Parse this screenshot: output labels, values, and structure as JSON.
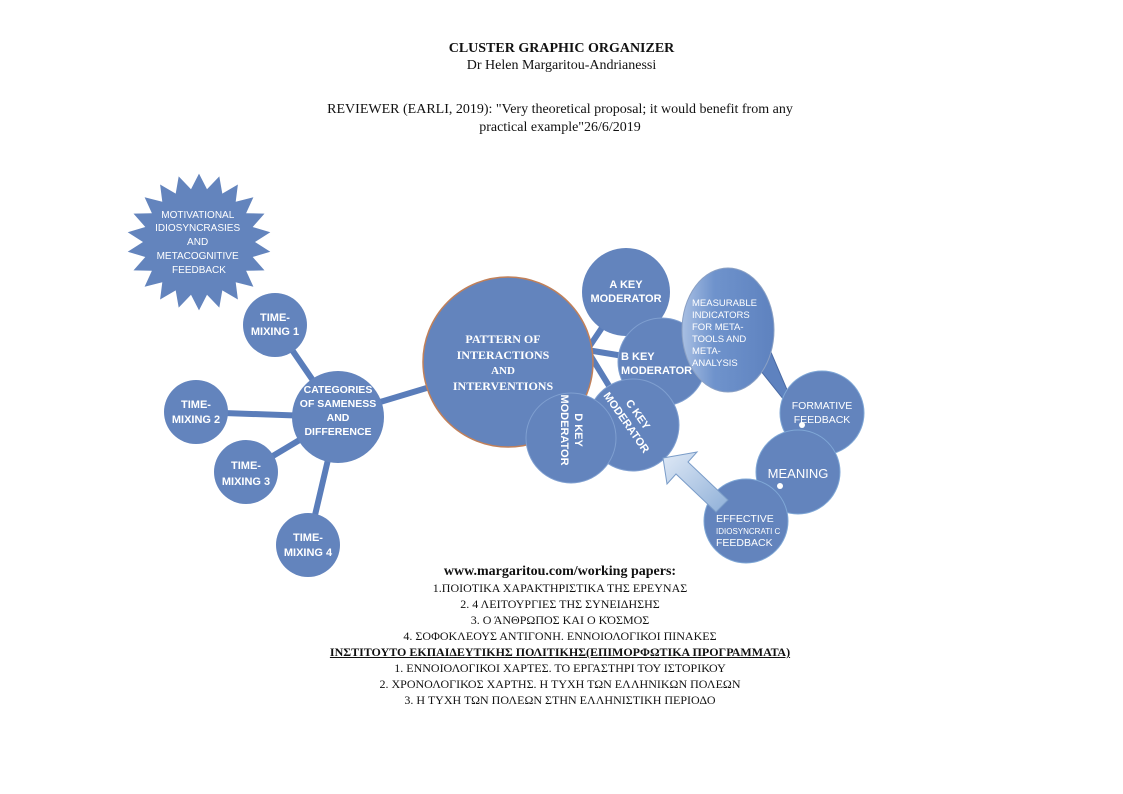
{
  "header": {
    "title": "CLUSTER GRAPHIC ORGANIZER",
    "author": "Dr Helen Margaritou-Andrianessi",
    "reviewer_line1": "REVIEWER  (EARLI, 2019): \"Very theoretical  proposal; it would benefit from any",
    "reviewer_line2": "practical example\"26/6/2019"
  },
  "diagram": {
    "star": [
      "MOTIVATIONAL",
      "IDIOSYNCRASIES",
      "AND",
      "METACOGNITIVE",
      "FEEDBACK"
    ],
    "time_mixing": [
      [
        "TIME-",
        "MIXING 1"
      ],
      [
        "TIME-",
        "MIXING 2"
      ],
      [
        "TIME-",
        "MIXING 3"
      ],
      [
        "TIME-",
        "MIXING 4"
      ]
    ],
    "categories": [
      "CATEGORIES",
      "OF SAMENESS",
      "AND",
      "DIFFERENCE"
    ],
    "pattern": [
      "PATTERN OF",
      "INTERACTIONS",
      "AND",
      "INTERVENTIONS"
    ],
    "moderators": {
      "a": [
        "A KEY",
        "MODERATOR"
      ],
      "b": [
        "B KEY",
        "MODERATOR"
      ],
      "c": [
        "C KEY",
        "MODERATOR"
      ],
      "d": [
        "D KEY",
        "MODERATOR"
      ]
    },
    "measurable": [
      "MEASURABLE",
      "INDICATORS",
      "FOR META-",
      "TOOLS AND",
      "META-",
      "ANALYSIS"
    ],
    "formative": [
      "FORMATIVE",
      "FEEDBACK"
    ],
    "meaning": "MEANING",
    "effective": [
      "EFFECTIVE",
      "IDIOSYNCRATI C",
      "FEEDBACK"
    ],
    "colors": {
      "node": "#6384bd",
      "pattern_stroke": "#c0805a",
      "line": "#5a7dba"
    }
  },
  "references": {
    "url": "www.margaritou.com/working papers:",
    "papers": [
      "1.ΠΟΙΟΤΙΚΑ ΧΑΡΑΚΤΗΡΙΣΤΙΚΑ ΤΗΣ ΕΡΕΥΝΑΣ",
      "2. 4 ΛΕΙΤΟΥΡΓΙΕΣ ΤΗΣ ΣΥΝΕΙΔΗΣΗΣ",
      "3. Ο ΆΝΘΡΩΠΟΣ ΚΑΙ Ο ΚΌΣΜΟΣ",
      "4. ΣΟΦΟΚΛΕΟΥΣ ΑΝΤΙΓΟΝΗ. ΕΝΝΟΙΟΛΟΓΙΚΟΙ ΠΙΝΑΚΕΣ"
    ],
    "institute": "ΙΝΣΤΙΤΟΥΤΟ ΕΚΠΑΙΔΕΥΤΙΚΗΣ ΠΟΛΙΤΙΚΗΣ(ΕΠΙΜΟΡΦΩΤΙΚΑ ΠΡΟΓΡΑΜΜΑΤΑ)",
    "programs": [
      "1. ΕΝΝΟΙΟΛΟΓΙΚΟΙ ΧΑΡΤΕΣ. ΤΟ ΕΡΓΑΣΤΗΡΙ ΤΟΥ ΙΣΤΟΡΙΚΟΥ",
      "2. ΧΡΟΝΟΛΟΓΙΚΟΣ ΧΑΡΤΗΣ. Η ΤΥΧΗ ΤΩΝ ΕΛΛΗΝΙΚΩΝ ΠΟΛΕΩΝ",
      "3. Η ΤΥΧΗ ΤΩΝ ΠΟΛΕΩΝ ΣΤΗΝ ΕΛΛΗΝΙΣΤΙΚΗ ΠΕΡΙΟΔΟ"
    ]
  }
}
